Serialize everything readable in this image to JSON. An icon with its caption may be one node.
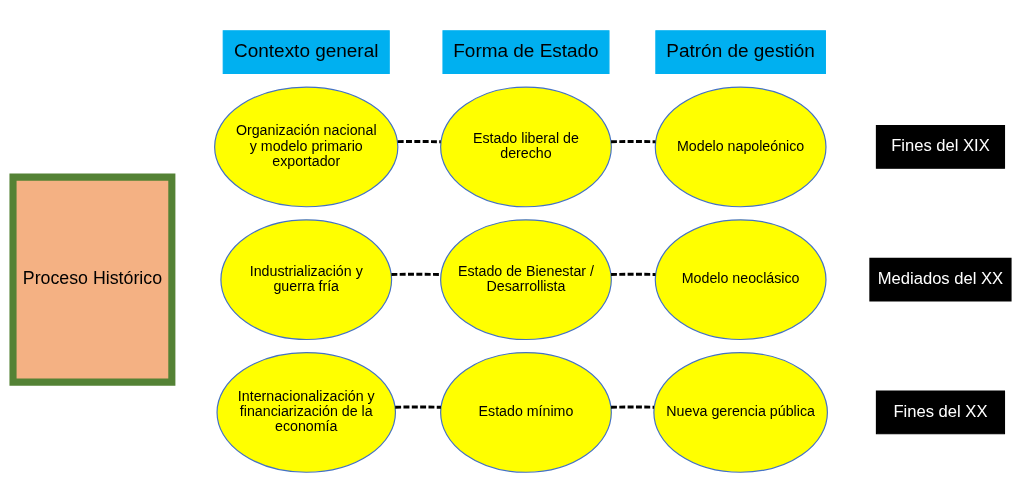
{
  "diagram": {
    "nodes": [
      {
        "text": [
          "Contexto general"
        ]
      },
      {
        "text": [
          "Forma de Estado"
        ]
      },
      {
        "text": [
          "Patrón de gestión"
        ]
      },
      {
        "text": [
          "Proceso Histórico"
        ]
      },
      {
        "text": [
          "Organización nacional y modelo primario exportador"
        ]
      },
      {
        "text": [
          "Estado liberal de derecho"
        ]
      },
      {
        "text": [
          "Modelo napoleónico"
        ]
      },
      {
        "text": [
          "Fines del XIX"
        ]
      },
      {
        "text": [
          "Industrialización y guerra fría"
        ]
      },
      {
        "text": [
          "Estado de Bienestar / Desarrollista"
        ]
      },
      {
        "text": [
          "Modelo neoclásico"
        ]
      },
      {
        "text": [
          "Mediados del XX"
        ]
      },
      {
        "text": [
          "Internacionalización y financiarización de la economía"
        ]
      },
      {
        "text": [
          "Estado mínimo"
        ]
      },
      {
        "text": [
          "Nueva gerencia pública"
        ]
      },
      {
        "text": [
          "Fines del XX"
        ]
      }
    ],
    "edges": [
      {
        "from": 4,
        "to": 5,
        "arrow": "none",
        "style": "dashed"
      },
      {
        "from": 5,
        "to": 6,
        "arrow": "none",
        "style": "dashed"
      },
      {
        "from": 8,
        "to": 9,
        "arrow": "none",
        "style": "dashed"
      },
      {
        "from": 9,
        "to": 10,
        "arrow": "none",
        "style": "dashed"
      },
      {
        "from": 12,
        "to": 13,
        "arrow": "none",
        "style": "dashed"
      },
      {
        "from": 13,
        "to": 14,
        "arrow": "none",
        "style": "dashed"
      }
    ]
  }
}
